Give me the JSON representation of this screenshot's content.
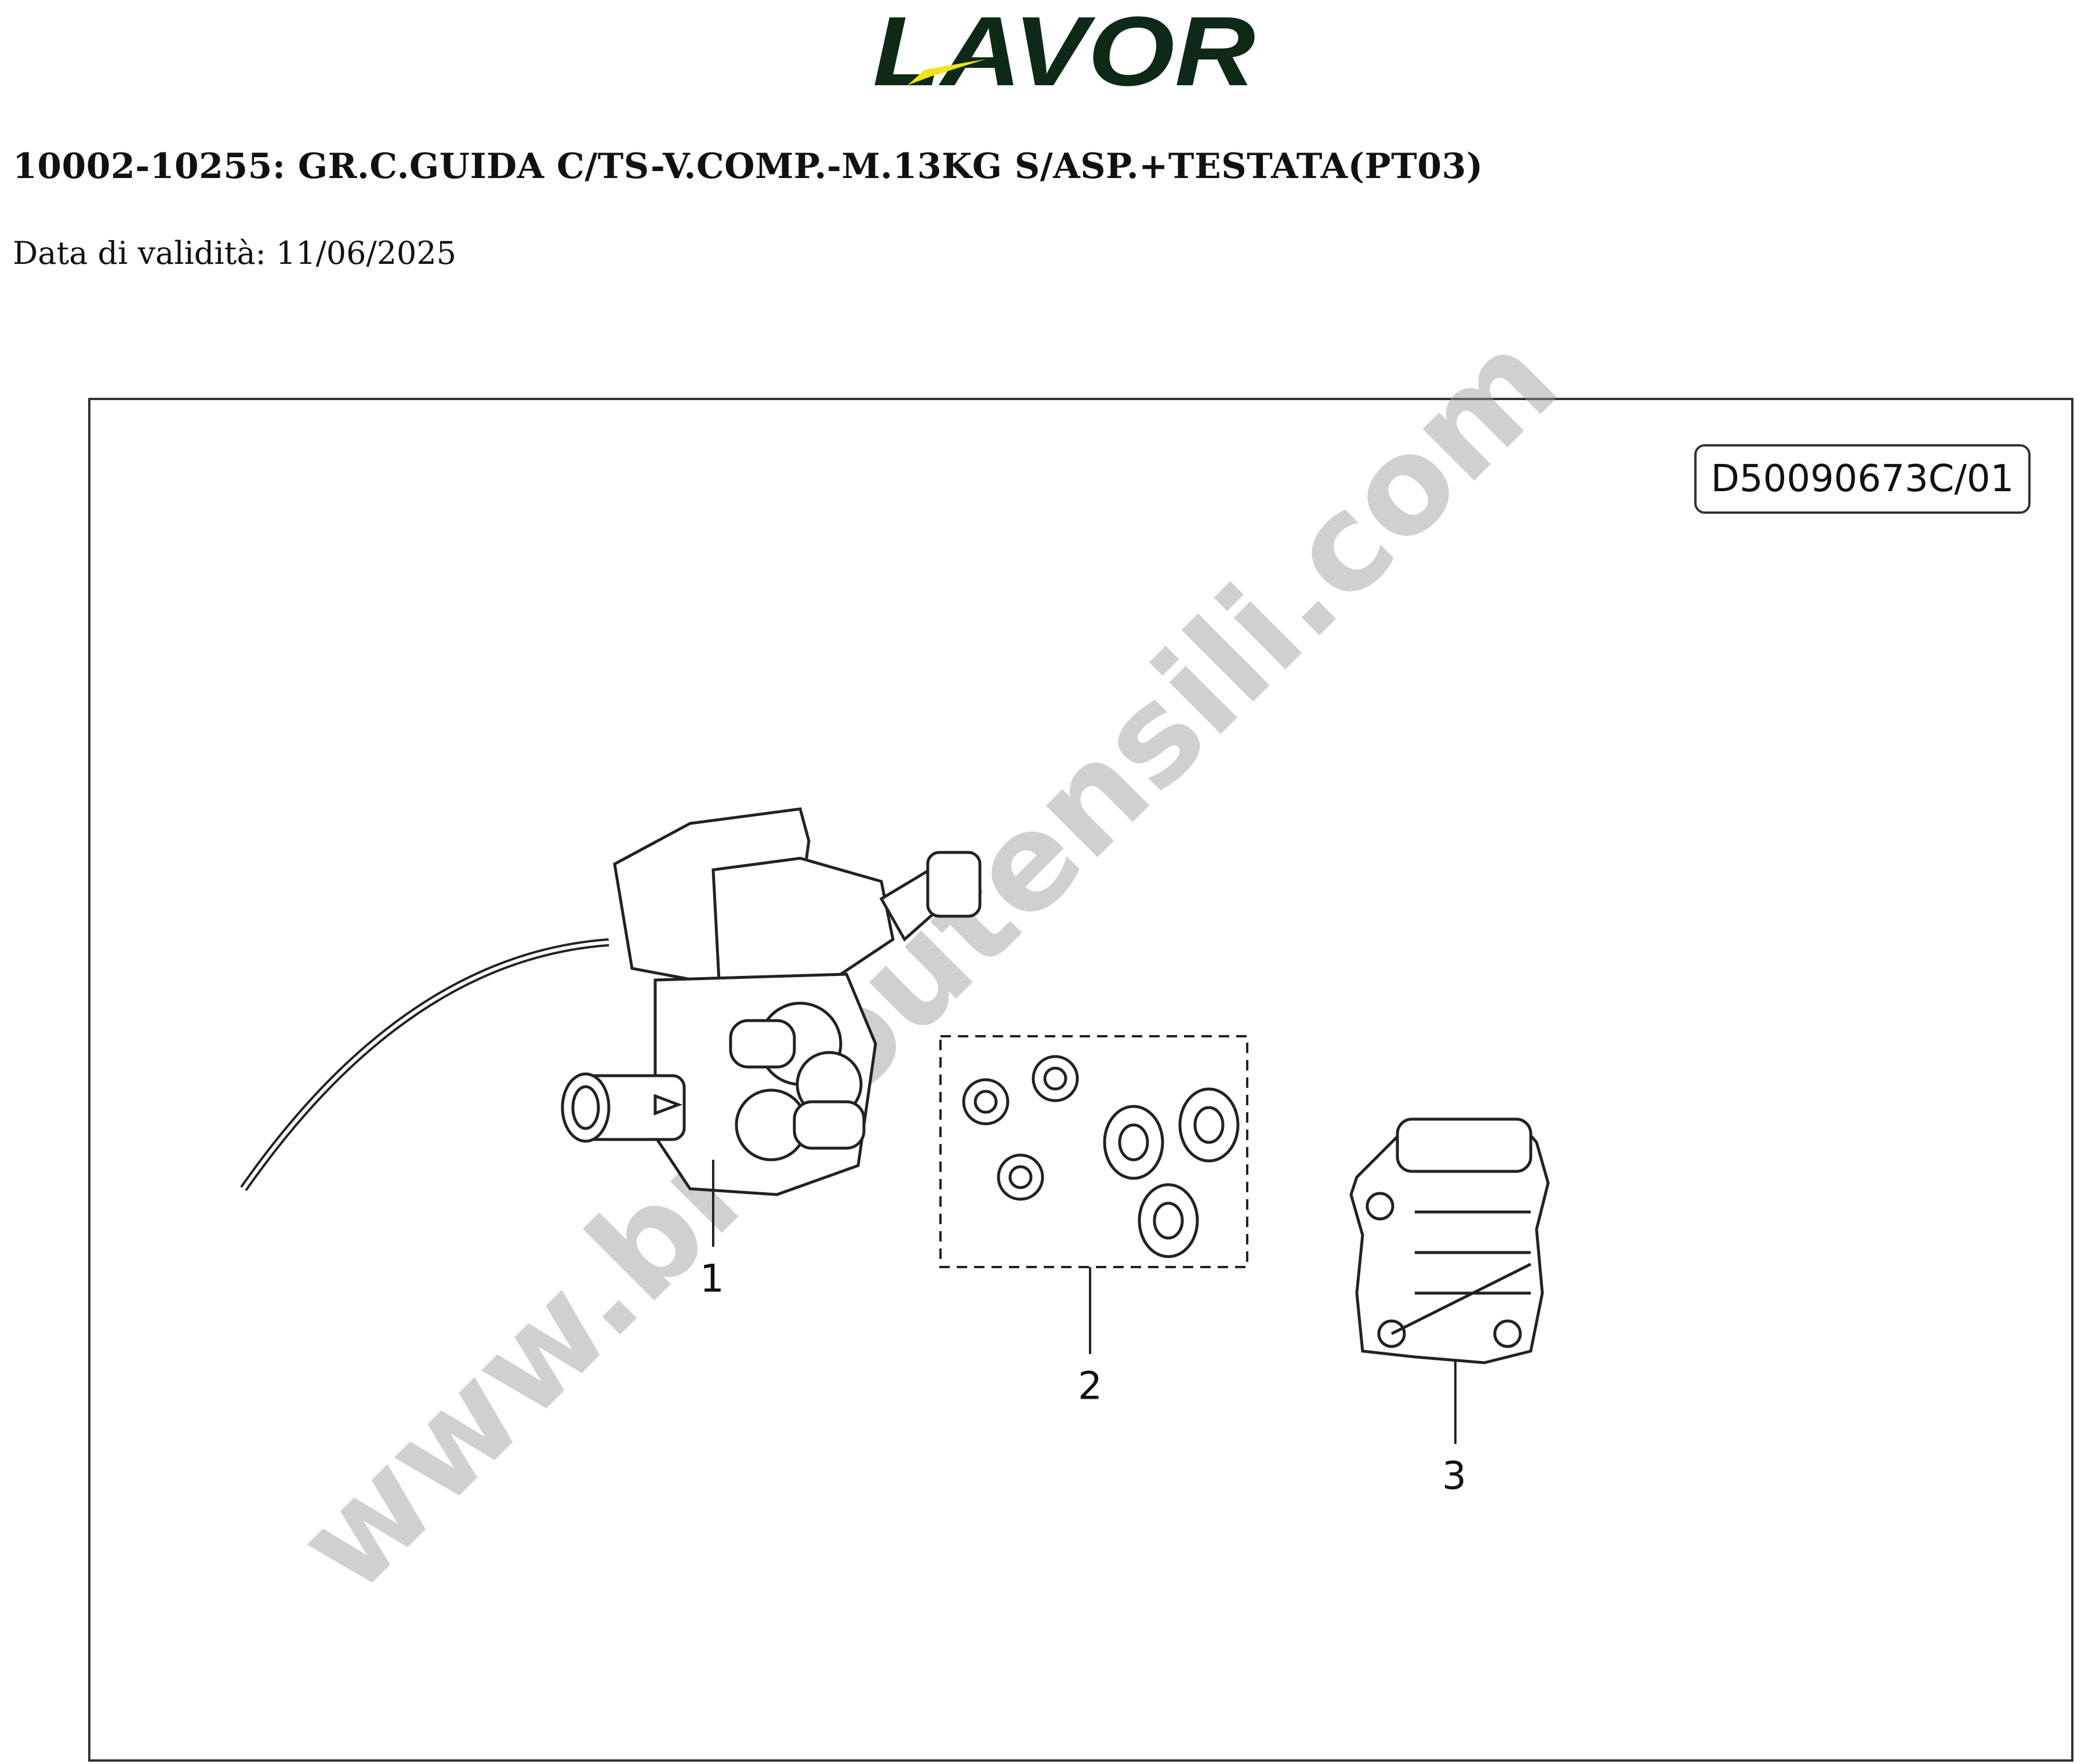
{
  "header": {
    "logo_text": "LAVOR",
    "title": "10002-10255: GR.C.GUIDA C/TS-V.COMP.-M.13KG S/ASP.+TESTATA(PT03)",
    "validity": "Data di validità: 11/06/2025"
  },
  "drawing": {
    "code": "D50090673C/01",
    "watermark": "www.bricoutensili.com",
    "callouts": [
      "1",
      "2",
      "3"
    ]
  },
  "colors": {
    "logo_green": "#0e2a17",
    "logo_yellow": "#f2e21a",
    "frame": "#333333"
  }
}
